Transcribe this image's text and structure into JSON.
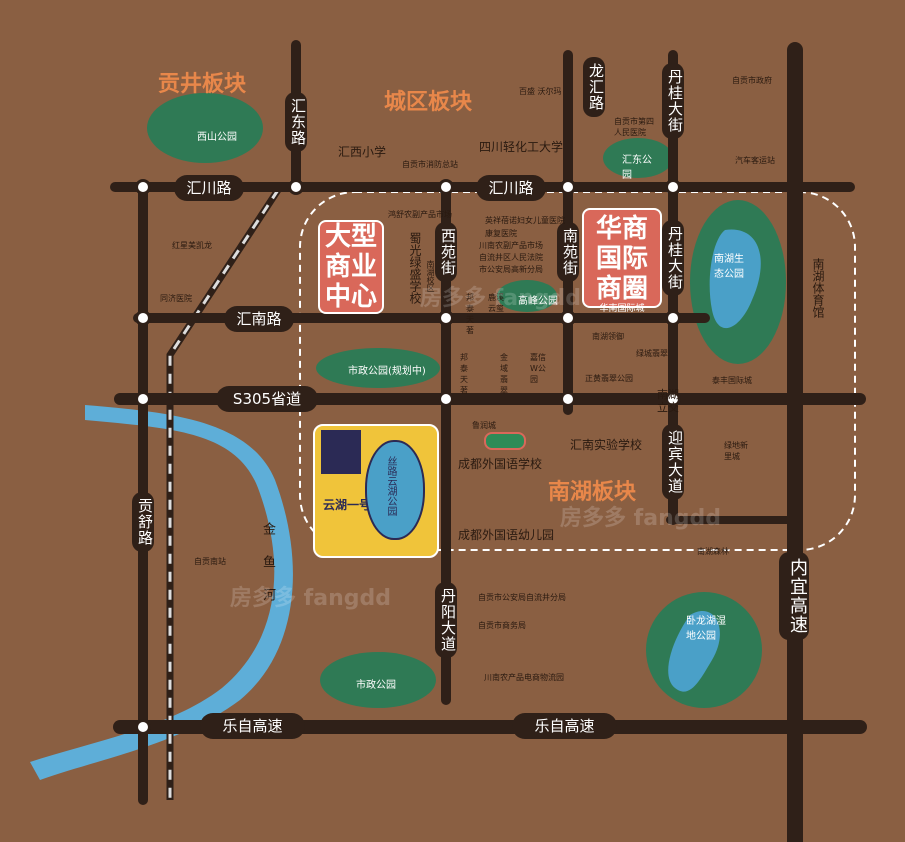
{
  "districts": {
    "gongjing": "贡井板块",
    "chengqu": "城区板块",
    "nanhu": "南湖板块"
  },
  "roads": {
    "huichuan_left": "汇川路",
    "huichuan_right": "汇川路",
    "huinan": "汇南路",
    "s305": "S305省道",
    "lezi_left": "乐自高速",
    "lezi_right": "乐自高速",
    "huidong": "汇东路",
    "longhui": "龙汇路",
    "dangui_top": "丹桂大街",
    "dangui_mid": "丹桂大街",
    "xiyuan": "西苑街",
    "nanyuan": "南苑街",
    "gongshu": "贡舒路",
    "danyang": "丹阳大道",
    "yingbin": "迎宾大道",
    "neiyi": "内宜高速",
    "nanhu_interchange": "南湖立交"
  },
  "boxes": {
    "commercial": "大型商业中心",
    "huashang": "华商国际商圈",
    "huashang_sub": "华南国际城"
  },
  "river_label": "金鱼河",
  "project": {
    "name": "云湖一号",
    "park": "丝路云湖公园"
  },
  "pois": {
    "xishan_park": "西山公园",
    "huixi_school": "汇西小学",
    "fire_bureau": "自贡市消防总站",
    "light_industry": "四川轻化工大学",
    "bailu_walmart": "百盛 沃尔玛",
    "hospital4": "自贡市第四人民医院",
    "huidong_park": "汇东公园",
    "gov": "自贡市政府",
    "bus_station": "汽车客运站",
    "hongxing": "红星美凯龙",
    "tongji": "同济医院",
    "shuguang_school": "蜀光绿盛学校",
    "nanhu_campus": "南湖校区",
    "hotel": "鸿舒农副产品市场",
    "children_hosp": "英祥蓓诺妇女儿童医院",
    "kangfu": "康复医院",
    "farm_market": "川南农副产品市场",
    "court": "自流井区人民法院",
    "police": "市公安局高新分局",
    "gaofeng_park": "高峰公园",
    "nanhu_eco_park": "南湖生态公园",
    "sports": "南湖体育馆",
    "shizheng_plan": "市政公园(规划中)",
    "nanhu_lingyu": "南湖领御",
    "lvcheng": "绿城翡翠",
    "zhenghuang": "正黄翡翠公园",
    "taifeng": "泰丰国际城",
    "bangtai1": "邦泰天著",
    "jincheng": "金域翡翠",
    "jiaxin": "嘉信W公园",
    "bangtai2": "邦泰天著",
    "lushi": "鹿溪云玺",
    "luchun": "绿地新里城",
    "shangcheng": "鲁润城",
    "chengdu_foreign": "成都外国语学校",
    "huinan_exp": "汇南实验学校",
    "chengdu_kinder": "成都外国语幼儿园",
    "south_station": "自贡南站",
    "nanhu_forest": "南湖森林",
    "police_ziliu": "自贡市公安局自流井分局",
    "business_bureau": "自贡市商务局",
    "wolong_park": "卧龙湖湿地公园",
    "shizheng_park": "市政公园",
    "logistics": "川南农产品电商物流园"
  },
  "watermark": "房多多 fangdd"
}
